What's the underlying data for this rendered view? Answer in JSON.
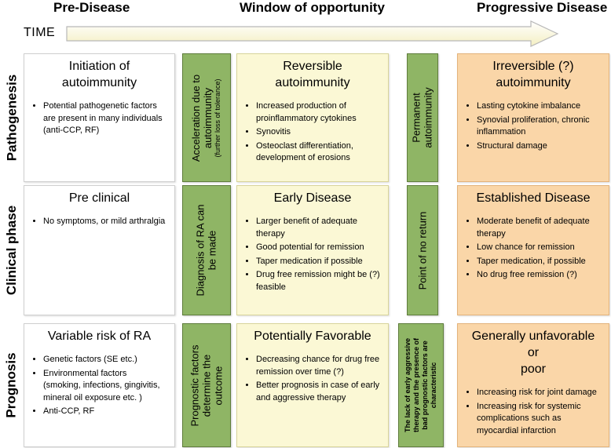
{
  "headers": {
    "pre_disease": "Pre-Disease",
    "window": "Window of opportunity",
    "progressive": "Progressive Disease"
  },
  "time_label": "TIME",
  "row_labels": {
    "pathogenesis": "Pathogenesis",
    "clinical": "Clinical phase",
    "prognosis": "Prognosis"
  },
  "pathogenesis": {
    "pre": {
      "title_line1": "Initiation of",
      "title_line2": "autoimmunity",
      "items": [
        "Potential pathogenetic factors are present in many individuals (anti-CCP, RF)"
      ]
    },
    "transition1": {
      "line1": "Acceleration due to",
      "line2": "autoimmunity",
      "line3": "(further loss of tolerance)"
    },
    "window": {
      "title_line1": "Reversible",
      "title_line2": "autoimmunity",
      "items": [
        "Increased production of proinflammatory cytokines",
        "Synovitis",
        "Osteoclast  differentiation, development of erosions"
      ]
    },
    "transition2": {
      "line1": "Permanent",
      "line2": "autoimmunity"
    },
    "progressive": {
      "title_line1": "Irreversible (?)",
      "title_line2": "autoimmunity",
      "items": [
        "Lasting cytokine imbalance",
        "Synovial proliferation, chronic inflammation",
        "Structural damage"
      ]
    }
  },
  "clinical": {
    "pre": {
      "title": "Pre clinical",
      "items": [
        "No symptoms, or mild arthralgia"
      ]
    },
    "transition1": {
      "line1": "Diagnosis of RA can",
      "line2": "be made"
    },
    "window": {
      "title": "Early Disease",
      "items": [
        "Larger benefit of adequate therapy",
        "Good potential for remission",
        "Taper medication if possible",
        "Drug free remission might be (?) feasible"
      ]
    },
    "transition2": {
      "line1": "Point of no return"
    },
    "progressive": {
      "title": "Established Disease",
      "items": [
        "Moderate benefit of adequate therapy",
        "Low chance for remission",
        "Taper medication, if possible",
        "No drug free remission (?)"
      ]
    }
  },
  "prognosis": {
    "pre": {
      "title": "Variable risk of RA",
      "items": [
        "Genetic factors (SE etc.)",
        "Environmental factors (smoking, infections, gingivitis,  mineral oil exposure  etc. )",
        "Anti-CCP, RF"
      ]
    },
    "transition1": {
      "line1": "Prognostic factors",
      "line2": "determine the",
      "line3": "outcome"
    },
    "window": {
      "title": "Potentially Favorable",
      "items": [
        "Decreasing chance for drug free remission over time (?)",
        "Better prognosis in case of early and aggressive therapy"
      ]
    },
    "transition2": {
      "line1": "The lack of early aggressive",
      "line2": "therapy and the presence of",
      "line3": "bad prognostic factors are",
      "line4": "characteristic"
    },
    "progressive": {
      "title_line1": "Generally unfavorable or",
      "title_line2": "poor",
      "items": [
        "Increasing risk for joint damage",
        "Increasing risk for systemic complications such as myocardial infarction"
      ]
    }
  },
  "colors": {
    "green": "#8fb565",
    "yellow": "#fbf8d5",
    "orange": "#fad6a8",
    "arrow_fill": "#fbf8d5",
    "arrow_stroke": "#b8b8b8"
  }
}
